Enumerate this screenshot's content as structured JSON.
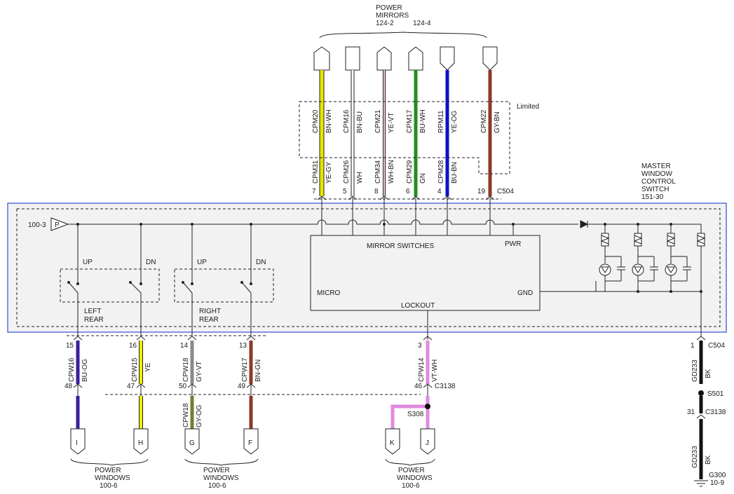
{
  "colors": {
    "yellow": "#e6e600",
    "white": "#ffffff",
    "pink": "#f3c6d6",
    "green": "#1f8f1f",
    "blue": "#1010c8",
    "brown": "#8b3a2a",
    "violet": "#e08ae0",
    "black": "#111111",
    "purple": "#3b1f9e",
    "grey": "#8a8a8a",
    "olive": "#7a7a30",
    "module": "#f2f2f2",
    "module_border": "#5a6fd8"
  },
  "header": {
    "line1": "POWER",
    "line2": "MIRRORS",
    "ref1": "124-2",
    "ref2": "124-4"
  },
  "limited": "Limited",
  "master": {
    "l1": "MASTER",
    "l2": "WINDOW",
    "l3": "CONTROL",
    "l4": "SWITCH",
    "ref": "151-30"
  },
  "mirror_wires": [
    {
      "top_circuit": "CPM20",
      "top_color": "BN-WH",
      "bot_circuit": "CPM31",
      "bot_color": "YE-GY",
      "pin": "7"
    },
    {
      "top_circuit": "CPM16",
      "top_color": "BN-BU",
      "bot_circuit": "CPM26",
      "bot_color": "WH",
      "pin": "5"
    },
    {
      "top_circuit": "CPM21",
      "top_color": "YE-VT",
      "bot_circuit": "CPM34",
      "bot_color": "WH-BN",
      "pin": "8"
    },
    {
      "top_circuit": "CPM17",
      "top_color": "BU-WH",
      "bot_circuit": "CPM29",
      "bot_color": "GN",
      "pin": "6"
    },
    {
      "top_circuit": "RPM11",
      "top_color": "YE-OG",
      "bot_circuit": "CPM28",
      "bot_color": "BU-BN",
      "pin": "4"
    },
    {
      "top_circuit": "CPM22",
      "top_color": "GY-BN",
      "bot_circuit": "",
      "bot_color": "",
      "pin": "19"
    }
  ],
  "c504_top": "C504",
  "feed": {
    "ref": "100-3",
    "letter": "P"
  },
  "module": {
    "mirror_switches": "MIRROR SWITCHES",
    "pwr": "PWR",
    "micro": "MICRO",
    "gnd": "GND",
    "lockout": "LOCKOUT",
    "up1": "UP",
    "dn1": "DN",
    "up2": "UP",
    "dn2": "DN",
    "left": "LEFT",
    "rear1": "REAR",
    "right": "RIGHT",
    "rear2": "REAR"
  },
  "window_wires": [
    {
      "pin_top": "15",
      "circuit": "CPW16",
      "color": "BU-OG",
      "pin_bot": "48",
      "letter": "I"
    },
    {
      "pin_top": "16",
      "circuit": "CPW15",
      "color": "YE",
      "pin_bot": "47",
      "letter": "H"
    },
    {
      "pin_top": "14",
      "circuit": "CPW18",
      "color": "GY-VT",
      "pin_bot": "50",
      "letter": "G",
      "lower_circuit": "CPW18",
      "lower_color": "GY-OG"
    },
    {
      "pin_top": "13",
      "circuit": "CPW17",
      "color": "BN-GN",
      "pin_bot": "49",
      "letter": "F"
    }
  ],
  "lockout_wire": {
    "pin_top": "3",
    "circuit": "CPW14",
    "color": "VT-WH",
    "pin_bot": "46",
    "connector": "C3138",
    "splice": "S308",
    "letter_k": "K",
    "letter_j": "J"
  },
  "ground_wire": {
    "pin_top": "1",
    "connector": "C504",
    "circuit": "GD233",
    "color": "BK",
    "splice": "S501",
    "pin_bot": "31",
    "connector2": "C3138",
    "circuit2": "GD233",
    "color2": "BK",
    "ground": "G300",
    "ground_ref": "10-9"
  },
  "footer": [
    {
      "l1": "POWER",
      "l2": "WINDOWS",
      "ref": "100-6"
    },
    {
      "l1": "POWER",
      "l2": "WINDOWS",
      "ref": "100-6"
    },
    {
      "l1": "POWER",
      "l2": "WINDOWS",
      "ref": "100-6"
    }
  ]
}
